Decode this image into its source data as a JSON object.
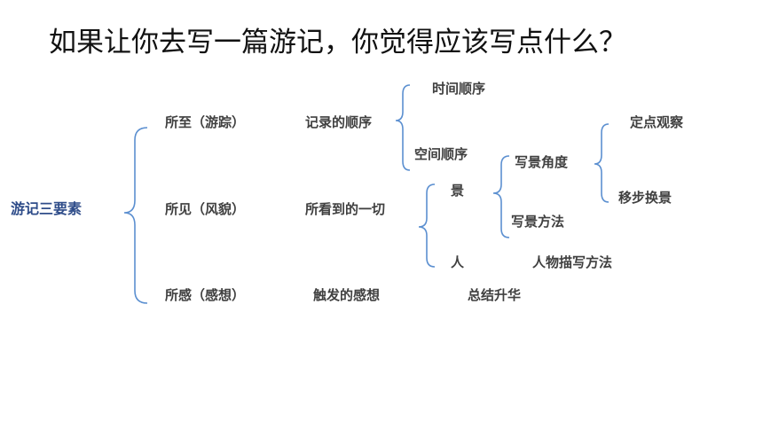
{
  "title": "如果让你去写一篇游记，你觉得应该写点什么？",
  "root": "游记三要素",
  "level1": [
    {
      "label": "所至（游踪）",
      "detail": "记录的顺序"
    },
    {
      "label": "所见（风貌）",
      "detail": "所看到的一切"
    },
    {
      "label": "所感（感想）",
      "detail": "触发的感想",
      "extra": "总结升华"
    }
  ],
  "order": [
    "时间顺序",
    "空间顺序"
  ],
  "seen": [
    "景",
    "人"
  ],
  "person_method": "人物描写方法",
  "scene": [
    "写景角度",
    "写景方法"
  ],
  "angles": [
    "定点观察",
    "移步换景"
  ],
  "colors": {
    "brace": "#5b8fd0",
    "root_text": "#2f4d8a",
    "node_text": "#404040",
    "title_text": "#111111"
  }
}
